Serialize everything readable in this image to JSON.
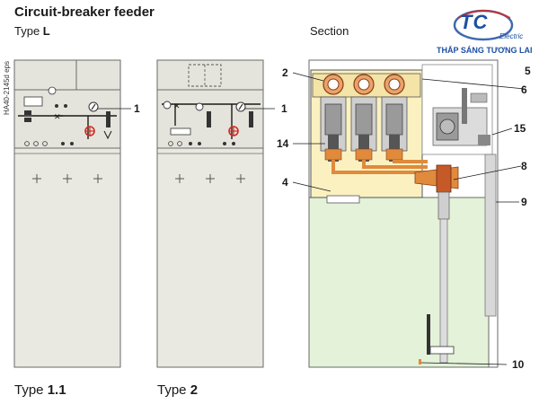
{
  "header": {
    "title": "Circuit-breaker feeder",
    "type_label_prefix": "Type ",
    "type_label_value": "L",
    "section_label": "Section",
    "side_code": "HA40-2145d eps"
  },
  "panels": {
    "type_1_1": {
      "prefix": "Type ",
      "value": "1.1"
    },
    "type_2": {
      "prefix": "Type ",
      "value": "2"
    }
  },
  "callouts": [
    "1",
    "1",
    "2",
    "5",
    "6",
    "14",
    "15",
    "4",
    "8",
    "9",
    "10"
  ],
  "logo": {
    "mark": "TC",
    "sub": "Electric",
    "tagline": "THẮP SÁNG TƯƠNG LAI"
  },
  "colors": {
    "panel_fill": "#e9e9e1",
    "panel_stroke": "#6a6a6a",
    "compartment_yellow": "#fbf1c0",
    "cable_room_green": "#e3f2d8",
    "copper": "#e08a3c",
    "accent_red": "#d42a1e",
    "logo_blue": "#1d4fa3"
  }
}
